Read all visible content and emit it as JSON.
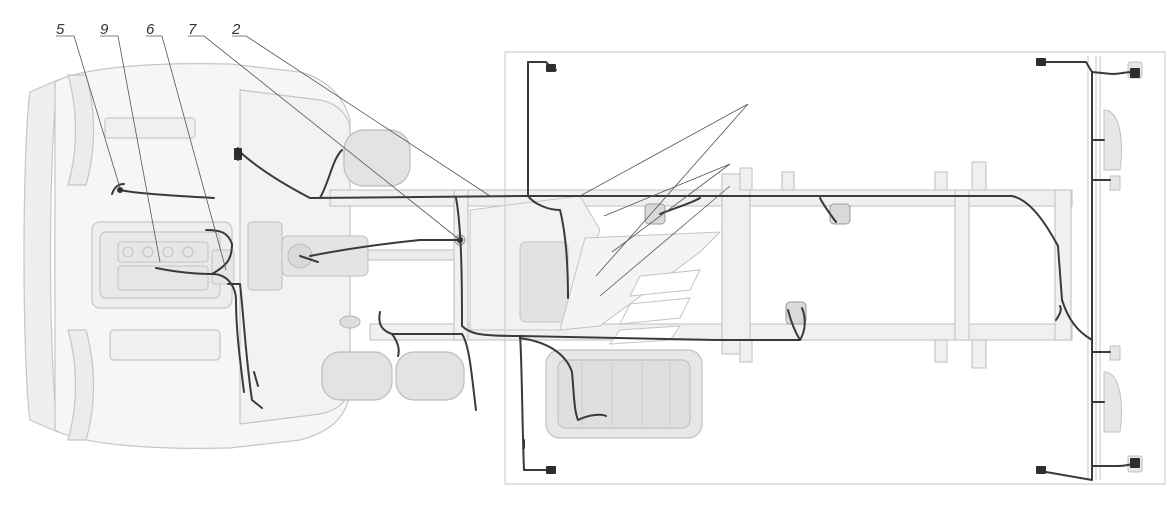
{
  "diagram": {
    "callouts": [
      {
        "id": "5",
        "label": "5"
      },
      {
        "id": "9",
        "label": "9"
      },
      {
        "id": "6",
        "label": "6"
      },
      {
        "id": "7",
        "label": "7"
      },
      {
        "id": "2",
        "label": "2"
      }
    ],
    "colors": {
      "outline": "#c8c8c8",
      "fill": "#f1f1f1",
      "detail": "#d6d6d6",
      "harness": "#3a3a3a",
      "leader": "#555555",
      "label": "#333333"
    }
  }
}
